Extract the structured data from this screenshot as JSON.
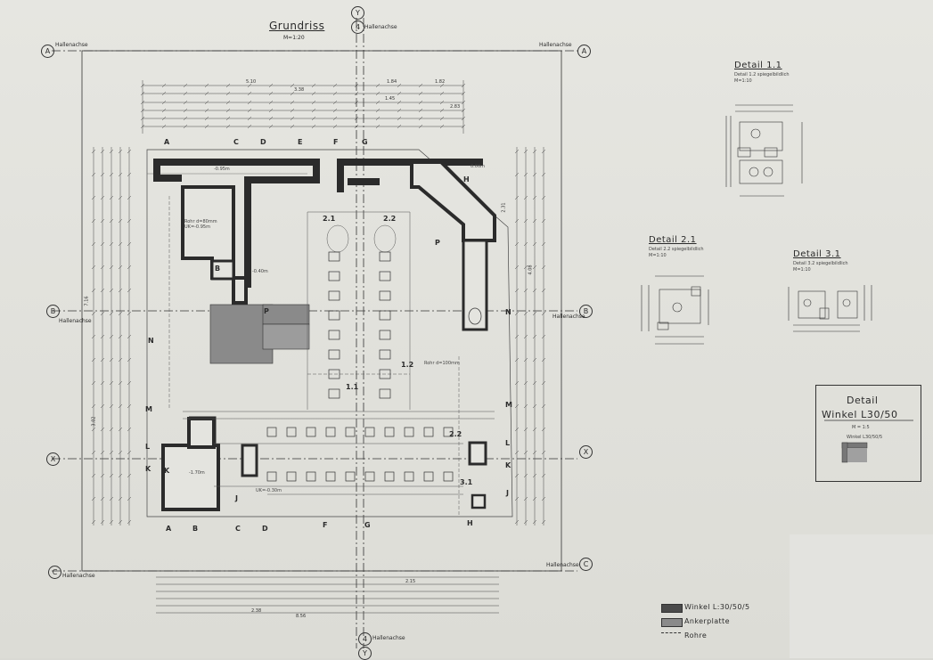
{
  "plan": {
    "title": "Grundriss",
    "scale": "M=1:20",
    "axis_label": "Hallenachse",
    "grid_letters": [
      "A",
      "B",
      "X",
      "C"
    ],
    "grid_numbers": [
      "Y",
      "4"
    ],
    "sections": [
      "A",
      "C",
      "D",
      "E",
      "F",
      "G",
      "H",
      "N",
      "M",
      "L",
      "K",
      "J",
      "P",
      "B"
    ],
    "zones": [
      "2.1",
      "2.2",
      "1.1",
      "1.2",
      "2.2",
      "3.1"
    ],
    "dim_values": [
      "8.56",
      "7.16",
      "5.10",
      "3.38",
      "2.38",
      "1.84",
      "1.82",
      "2.15",
      "2.83",
      "1.45",
      "4.08",
      "3.02",
      "2.31"
    ],
    "notes": [
      "Rohr d=80mm",
      "UK=-0.95m",
      "Rohr d=100mm",
      "UK=-0.30m",
      "-1.70m",
      "-0.95m",
      "0.00m",
      "-0.40m"
    ]
  },
  "details": {
    "d11": {
      "title": "Detail 1.1",
      "sub": "Detail 1.2 spiegelbildlich",
      "scale": "M=1:10"
    },
    "d21": {
      "title": "Detail 2.1",
      "sub": "Detail 2.2 spiegelbildlich",
      "scale": "M=1:10"
    },
    "d31": {
      "title": "Detail 3.1",
      "sub": "Detail 3.2 spiegelbildlich",
      "scale": "M=1:10"
    },
    "winkel": {
      "title": "Detail",
      "subtitle": "Winkel L30/50",
      "scale": "M = 1:5",
      "caption": "Winkel L30/50/5"
    }
  },
  "legend": {
    "winkel": "Winkel L:30/50/5",
    "ankerplatte": "Ankerplatte",
    "rohre": "Rohre"
  },
  "colors": {
    "wall": "#2b2b2b",
    "anchor": "#8a8a8a",
    "paper": "#e4e4df"
  }
}
